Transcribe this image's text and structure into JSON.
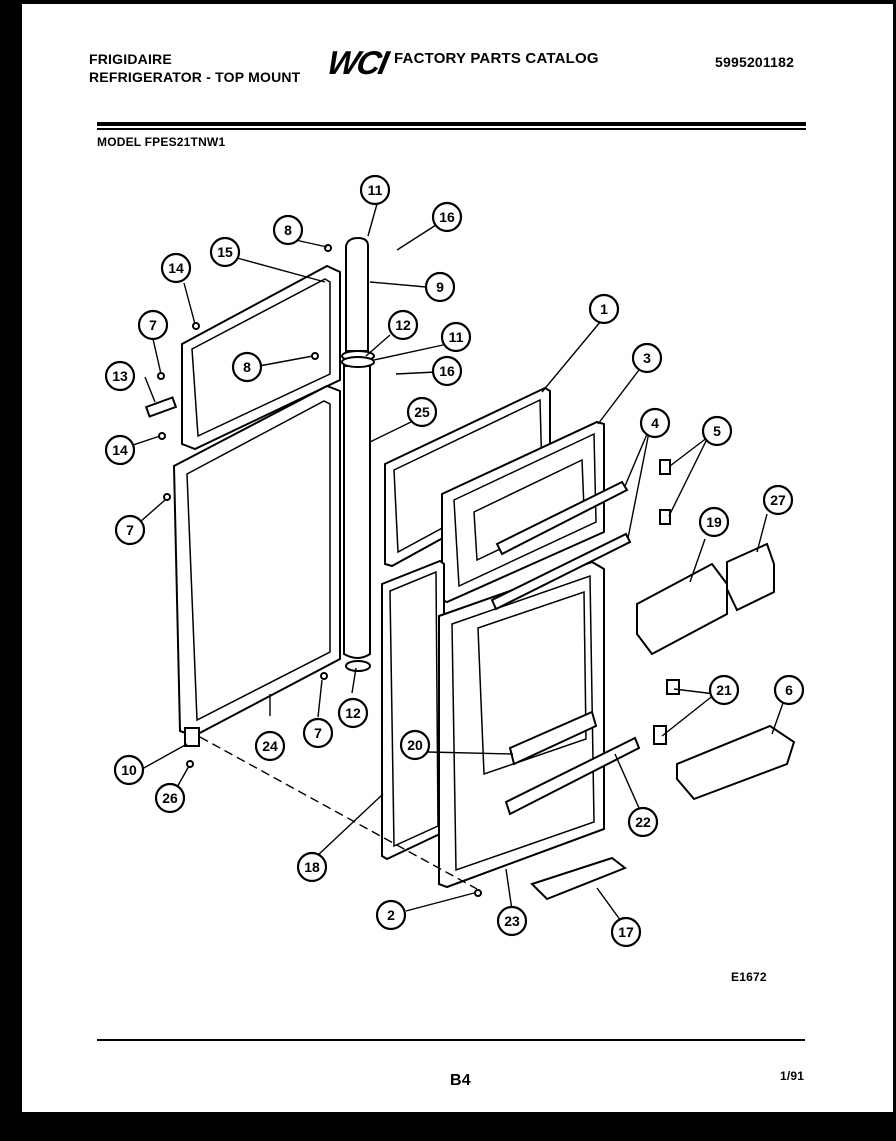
{
  "header": {
    "brand": "FRIGIDAIRE",
    "product": "REFRIGERATOR - TOP MOUNT",
    "logo": "WCI",
    "catalog_title": "FACTORY PARTS CATALOG",
    "catalog_number": "5995201182"
  },
  "model": "MODEL  FPES21TNW1",
  "diagram_code": "E1672",
  "footer": {
    "page": "B4",
    "date": "1/91"
  },
  "callouts": [
    "1",
    "2",
    "3",
    "4",
    "5",
    "6",
    "7",
    "7",
    "7",
    "8",
    "8",
    "9",
    "10",
    "11",
    "11",
    "12",
    "12",
    "13",
    "14",
    "14",
    "15",
    "16",
    "16",
    "17",
    "18",
    "19",
    "20",
    "21",
    "22",
    "23",
    "24",
    "25",
    "26",
    "27"
  ]
}
